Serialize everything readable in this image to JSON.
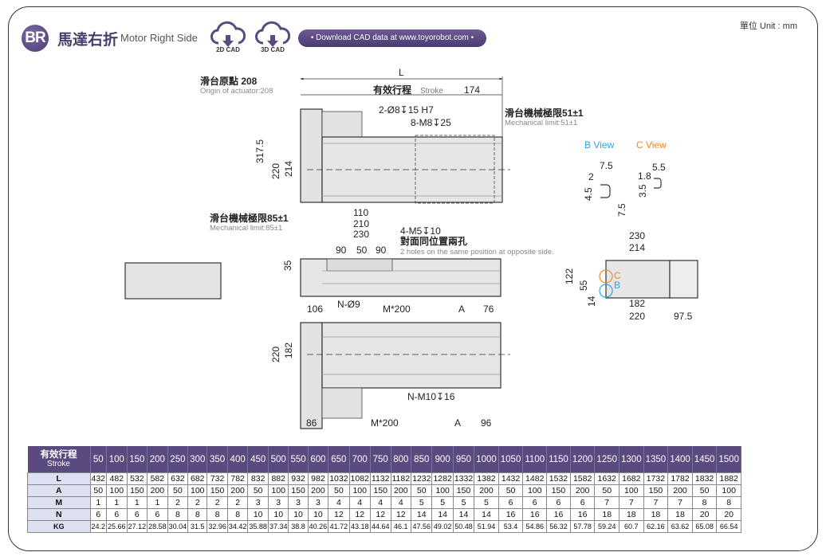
{
  "header": {
    "badge": "BR",
    "title_cn": "馬達右折",
    "title_en": "Motor Right Side",
    "cad_buttons": [
      {
        "icon": "cloud-download-icon",
        "label": "2D CAD"
      },
      {
        "icon": "cloud-download-icon",
        "label": "3D CAD"
      }
    ],
    "download_text": "• Download CAD data at www.toyorobot.com •",
    "unit": "單位 Unit : mm"
  },
  "colors": {
    "brand_purple": "#5b4a80",
    "b_view": "#2aa7e0",
    "c_view": "#f08a24",
    "row_header_bg": "#dde0f0"
  },
  "drawing": {
    "top_view": {
      "dim_L": "L",
      "origin_cn": "滑台原點 208",
      "origin_en": "Origin of actuator:208",
      "stroke_cn": "有效行程",
      "stroke_en": "Stroke",
      "dim_174": "174",
      "hole1": "2-Ø8↧15 H7",
      "hole2": "8-M8↧25",
      "mech_limit_right_cn": "滑台機械極限51±1",
      "mech_limit_right_en": "Mechanical limit:51±1",
      "dim_317_5": "317.5",
      "dim_220": "220",
      "dim_214": "214",
      "mech_limit_left_cn": "滑台機械極限85±1",
      "mech_limit_left_en": "Mechanical limit:85±1",
      "dim_110": "110",
      "dim_210": "210",
      "dim_230": "230",
      "hole3": "4-M5↧10",
      "hole3_note_cn": "對面同位置兩孔",
      "hole3_note_en": "2 holes on the same position at opposite side."
    },
    "side_view": {
      "dim_90a": "90",
      "dim_50": "50",
      "dim_90b": "90",
      "dim_35": "35"
    },
    "bottom_view": {
      "dim_106": "106",
      "hole_n": "N-Ø9",
      "dim_m200_top": "M*200",
      "dim_A_top": "A",
      "dim_76": "76",
      "dim_220": "220",
      "dim_182": "182",
      "hole_nm10": "N-M10↧16",
      "dim_86": "86",
      "dim_m200_bot": "M*200",
      "dim_A_bot": "A",
      "dim_96": "96"
    },
    "b_view": {
      "title": "B View",
      "dim_7_5": "7.5",
      "dim_2": "2",
      "dim_4_5": "4.5",
      "dim_7_5b": "7.5"
    },
    "c_view": {
      "title": "C View",
      "dim_5_5": "5.5",
      "dim_1_8": "1.8",
      "dim_3_5": "3.5"
    },
    "end_view": {
      "dim_230": "230",
      "dim_214": "214",
      "dim_122": "122",
      "dim_55": "55",
      "dim_14": "14",
      "dim_182": "182",
      "dim_220": "220",
      "dim_97_5": "97.5",
      "label_c": "C",
      "label_b": "B"
    }
  },
  "table": {
    "header_cn": "有效行程",
    "header_en": "Stroke",
    "strokes": [
      50,
      100,
      150,
      200,
      250,
      300,
      350,
      400,
      450,
      500,
      550,
      600,
      650,
      700,
      750,
      800,
      850,
      900,
      950,
      1000,
      1050,
      1100,
      1150,
      1200,
      1250,
      1300,
      1350,
      1400,
      1450,
      1500
    ],
    "rows": [
      {
        "label": "L",
        "values": [
          432,
          482,
          532,
          582,
          632,
          682,
          732,
          782,
          832,
          882,
          932,
          982,
          1032,
          1082,
          1132,
          1182,
          1232,
          1282,
          1332,
          1382,
          1432,
          1482,
          1532,
          1582,
          1632,
          1682,
          1732,
          1782,
          1832,
          1882
        ]
      },
      {
        "label": "A",
        "values": [
          50,
          100,
          150,
          200,
          50,
          100,
          150,
          200,
          50,
          100,
          150,
          200,
          50,
          100,
          150,
          200,
          50,
          100,
          150,
          200,
          50,
          100,
          150,
          200,
          50,
          100,
          150,
          200,
          50,
          100
        ]
      },
      {
        "label": "M",
        "values": [
          1,
          1,
          1,
          1,
          2,
          2,
          2,
          2,
          3,
          3,
          3,
          3,
          4,
          4,
          4,
          4,
          5,
          5,
          5,
          5,
          6,
          6,
          6,
          6,
          7,
          7,
          7,
          7,
          8,
          8
        ]
      },
      {
        "label": "N",
        "values": [
          6,
          6,
          6,
          6,
          8,
          8,
          8,
          8,
          10,
          10,
          10,
          10,
          12,
          12,
          12,
          12,
          14,
          14,
          14,
          14,
          16,
          16,
          16,
          16,
          18,
          18,
          18,
          18,
          20,
          20
        ]
      },
      {
        "label": "KG",
        "values": [
          "24.2",
          "25.66",
          "27.12",
          "28.58",
          "30.04",
          "31.5",
          "32.96",
          "34.42",
          "35.88",
          "37.34",
          "38.8",
          "40.26",
          "41.72",
          "43.18",
          "44.64",
          "46.1",
          "47.56",
          "49.02",
          "50.48",
          "51.94",
          "53.4",
          "54.86",
          "56.32",
          "57.78",
          "59.24",
          "60.7",
          "62.16",
          "63.62",
          "65.08",
          "66.54"
        ]
      }
    ]
  }
}
